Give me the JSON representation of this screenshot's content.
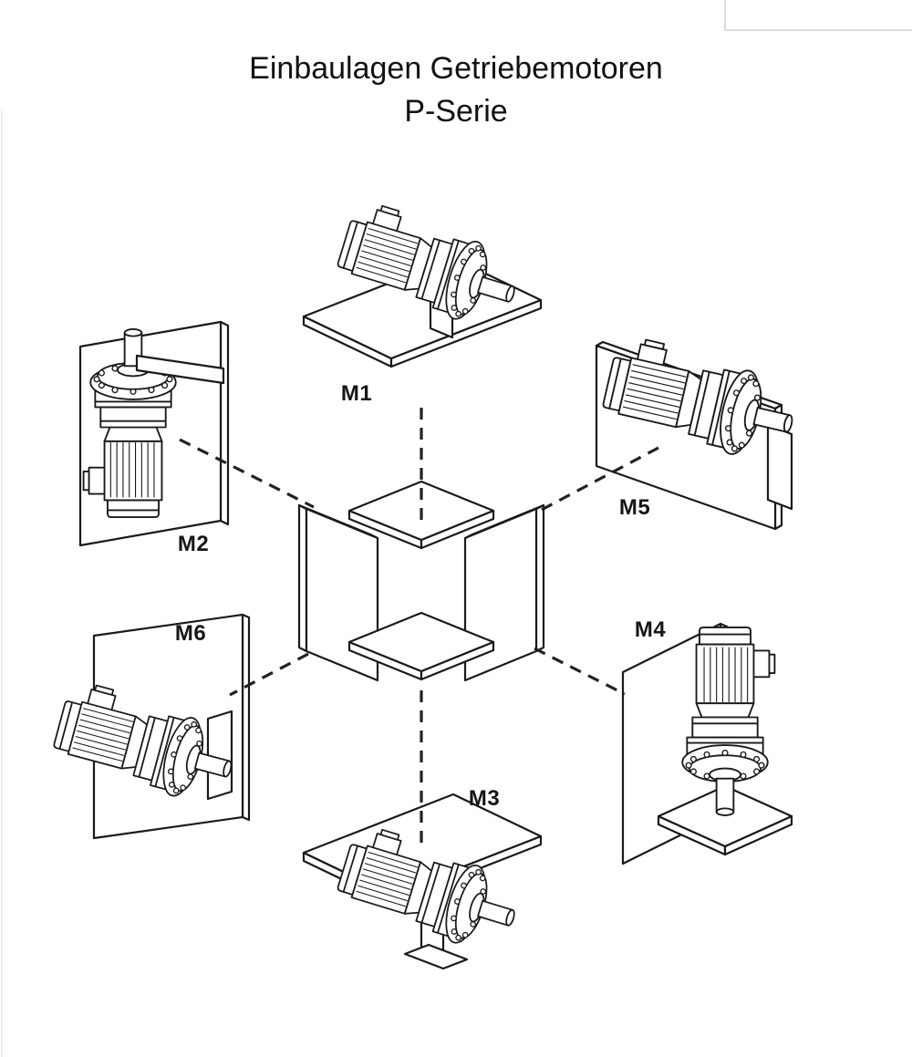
{
  "title": {
    "line1": "Einbaulagen Getriebemotoren",
    "line2": "P-Serie"
  },
  "positions": [
    {
      "label": "M1"
    },
    {
      "label": "M2"
    },
    {
      "label": "M3"
    },
    {
      "label": "M4"
    },
    {
      "label": "M5"
    },
    {
      "label": "M6"
    }
  ],
  "colors": {
    "line": "#1a1a1a",
    "dashed_line": "#222222",
    "background": "#ffffff"
  }
}
